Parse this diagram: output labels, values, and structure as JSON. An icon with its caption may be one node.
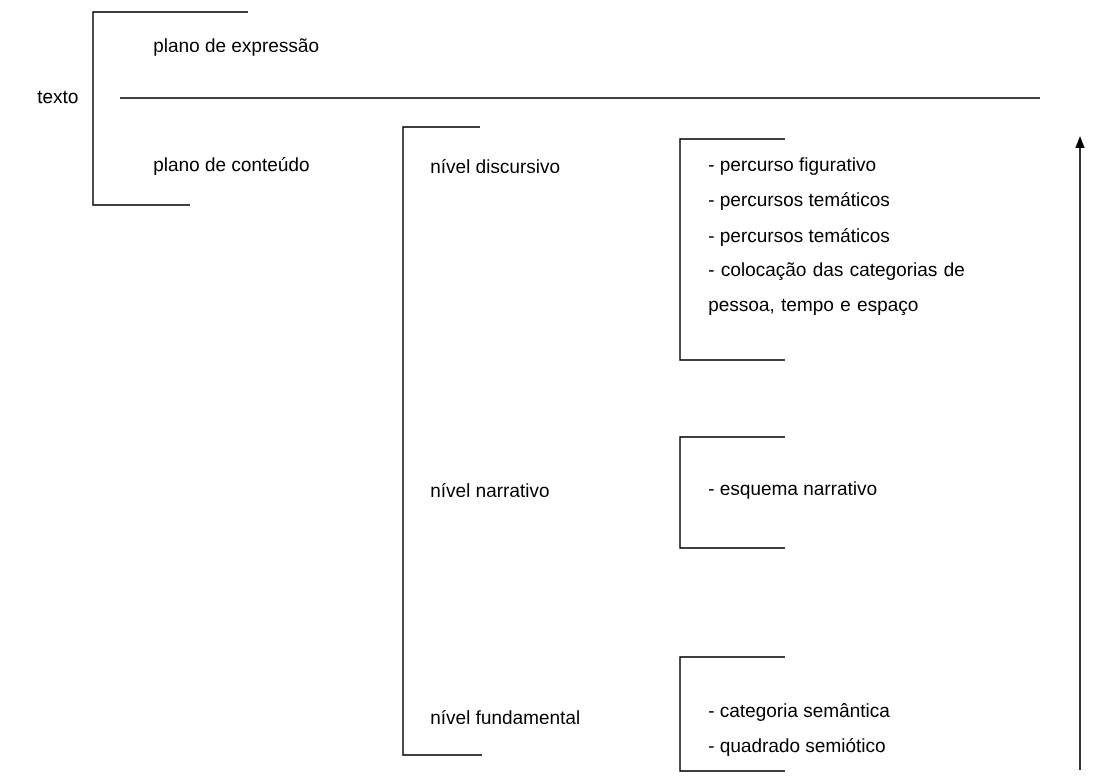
{
  "diagram": {
    "labels": [
      "texto",
      "plano de expressão",
      "plano de conteúdo",
      "nível discursivo",
      "- percurso figurativo",
      "- percursos temáticos",
      "- percursos temáticos",
      "- colocação das categorias de pessoa, tempo e espaço",
      "nível narrativo",
      "- esquema narrativo",
      "nível fundamental",
      "- categoria semântica",
      "- quadrado semiótico"
    ]
  }
}
